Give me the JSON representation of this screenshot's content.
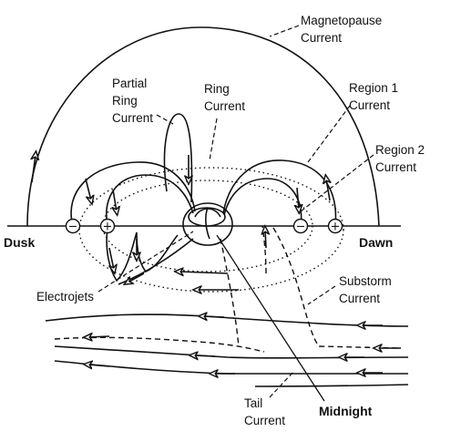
{
  "labels": {
    "magnetopause": [
      "Magnetopause",
      "Current"
    ],
    "partial_ring": [
      "Partial",
      "Ring",
      "Current"
    ],
    "ring": [
      "Ring",
      "Current"
    ],
    "region1": [
      "Region 1",
      "Current"
    ],
    "region2": [
      "Region 2",
      "Current"
    ],
    "dusk": "Dusk",
    "dawn": "Dawn",
    "electrojets": "Electrojets",
    "substorm": [
      "Substorm",
      "Current"
    ],
    "tail": [
      "Tail",
      "Current"
    ],
    "midnight": "Midnight"
  },
  "signs": {
    "minus": "−",
    "plus": "+"
  }
}
